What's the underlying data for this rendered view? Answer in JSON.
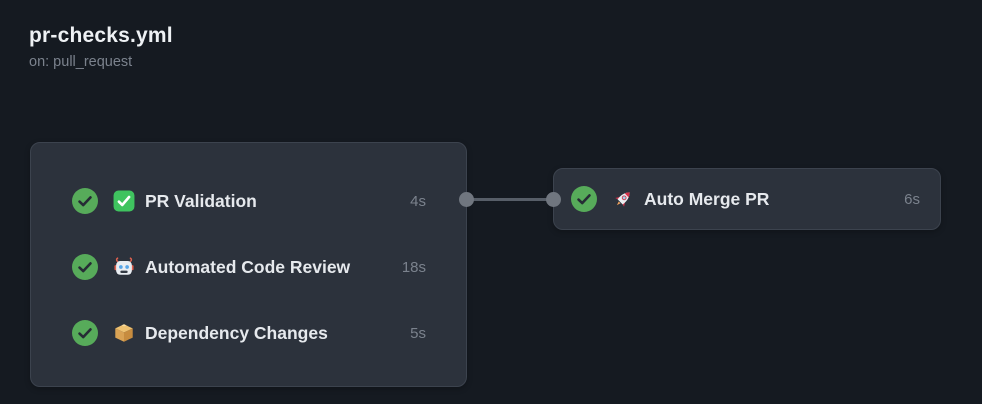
{
  "workflow": {
    "title": "pr-checks.yml",
    "trigger": "on: pull_request"
  },
  "graph": {
    "cards": [
      {
        "id": "pr-checks-jobs",
        "jobs": [
          {
            "status": "success",
            "status_icon": "check-circle",
            "icon": "white-check-mark-emoji",
            "name": "PR Validation",
            "duration": "4s"
          },
          {
            "status": "success",
            "status_icon": "check-circle",
            "icon": "robot-emoji",
            "name": "Automated Code Review",
            "duration": "18s"
          },
          {
            "status": "success",
            "status_icon": "check-circle",
            "icon": "package-emoji",
            "name": "Dependency Changes",
            "duration": "5s"
          }
        ]
      },
      {
        "id": "auto-merge",
        "jobs": [
          {
            "status": "success",
            "status_icon": "check-circle",
            "icon": "rocket-emoji",
            "name": "Auto Merge PR",
            "duration": "6s"
          }
        ]
      }
    ],
    "connector": {
      "from": "pr-checks-jobs",
      "to": "auto-merge"
    }
  },
  "colors": {
    "background": "#151a21",
    "card_background": "#2c323c",
    "card_border": "#3c434e",
    "success_green": "#57ab5a",
    "check_stroke": "#262c35",
    "emoji_green": "#3fc35f",
    "text_title": "#eef1f4",
    "text_primary": "#e6e9ed",
    "text_muted": "#7b828d",
    "connector": "#575e68",
    "connector_dot": "#70767f"
  }
}
